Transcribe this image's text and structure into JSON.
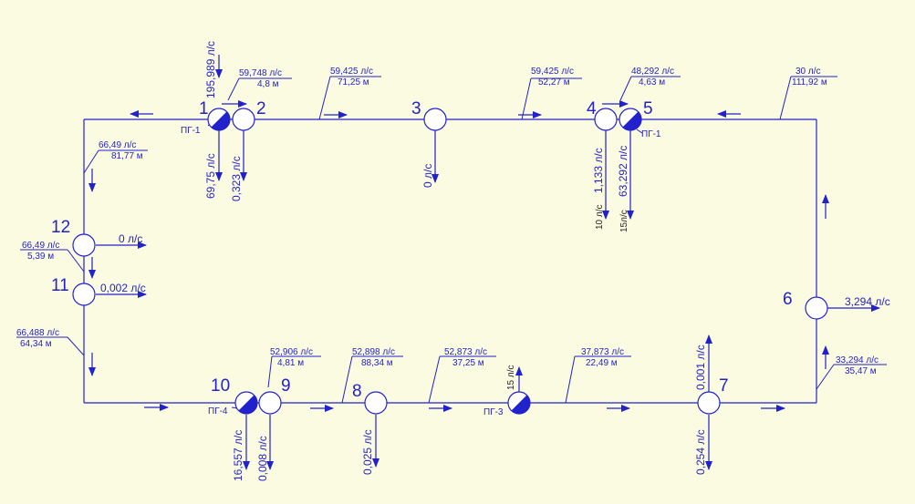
{
  "colors": {
    "background": "#fbfbe2",
    "pipe": "#2222cc",
    "node_fill": "#ffffff"
  },
  "nodes": {
    "n1": "1",
    "n2": "2",
    "n3": "3",
    "n4": "4",
    "n5": "5",
    "n6": "6",
    "n7": "7",
    "n8": "8",
    "n9": "9",
    "n10": "10",
    "n11": "11",
    "n12": "12"
  },
  "hydrants": {
    "pg1_left": "ПГ-1",
    "pg1_right": "ПГ-1",
    "pg4": "ПГ-4",
    "pg3": "ПГ-3"
  },
  "segments": {
    "s_2_3": {
      "flow": "59,425 л/с",
      "length": "71,25 м"
    },
    "s_3_4": {
      "flow": "59,425 л/с",
      "length": "52,27 м"
    },
    "s_1_2": {
      "flow": "59,748 л/с",
      "length": "4,8 м"
    },
    "s_4_5": {
      "flow": "48,292 л/с",
      "length": "4,63 м"
    },
    "s_5_6": {
      "flow": "30 л/с",
      "length": "111,92 м"
    },
    "s_1_12": {
      "flow": "66,49 л/с",
      "length": "81,77 м"
    },
    "s_12_11": {
      "flow": "66,49 л/с",
      "length": "5,39 м"
    },
    "s_11_10": {
      "flow": "66,488 л/с",
      "length": "64,34 м"
    },
    "s_9_8": {
      "flow": "52,906 л/с",
      "length": "4,81 м"
    },
    "s_8_pg3": {
      "flow": "52,898 л/с",
      "length": "88,34 м"
    },
    "s_pg3_x": {
      "flow": "52,873 л/с",
      "length": "37,25 м"
    },
    "s_x_7": {
      "flow": "37,873 л/с",
      "length": "22,49 м"
    },
    "s_7_6": {
      "flow": "33,294 л/с",
      "length": "35,47 м"
    }
  },
  "withdrawals": {
    "w1_in": "195,989 л/с",
    "w1_out": "69,75 л/с",
    "w2": "0,323 л/с",
    "w3": "0 л/с",
    "w4_out": "1,133 л/с",
    "w4_small": "10 л/с",
    "w5_out": "63,292 л/с",
    "w5_small": "15л/с",
    "w12": "0 л/с",
    "w11": "0,002 л/с",
    "w6": "3,294 л/с",
    "w10": "16,557 л/с",
    "w9": "0,008 л/с",
    "w8": "0,025 л/с",
    "wpg3": "15 л/с",
    "w7_up": "0,001 л/с",
    "w7_down": "0,254 л/с"
  }
}
